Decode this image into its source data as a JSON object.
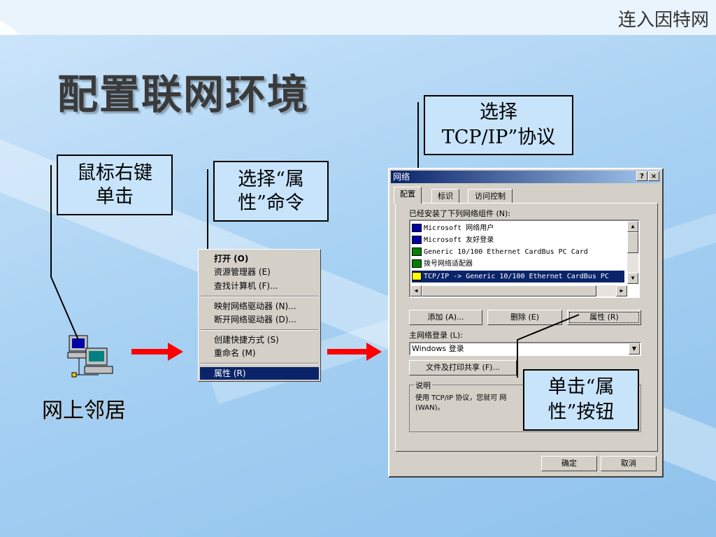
{
  "corner_title": "连入因特网",
  "main_title": "配置联网环境",
  "desktop_icon_label": "网上邻居",
  "callouts": {
    "right_click": "鼠标右键单击",
    "choose_properties": "选择“属性”命令",
    "choose_tcpip": "选择TCP/IP”协议",
    "click_properties_button": "单击“属性”按钮"
  },
  "context_menu": {
    "items": [
      "打开 (O)",
      "资源管理器 (E)",
      "查找计算机 (F)...",
      "映射网络驱动器 (N)...",
      "断开网络驱动器 (D)...",
      "创建快捷方式 (S)",
      "重命名 (M)",
      "属性 (R)"
    ],
    "selected_index": 7
  },
  "dialog": {
    "title": "网络",
    "help_button": "?",
    "close_button": "×",
    "tabs": [
      "配置",
      "标识",
      "访问控制"
    ],
    "active_tab": 0,
    "list_label": "已经安装了下列网络组件 (N):",
    "components": [
      "Microsoft 网络用户",
      "Microsoft 友好登录",
      "Generic 10/100 Ethernet CardBus PC Card",
      "拨号网络适配器",
      "TCP/IP -> Generic 10/100 Ethernet CardBus PC"
    ],
    "selected_component": 4,
    "add_button": "添加 (A)...",
    "remove_button": "删除 (E)",
    "properties_button": "属性 (R)",
    "primary_logon_label": "主网络登录 (L):",
    "primary_logon_value": "Windows 登录",
    "file_print_button": "文件及打印共享 (F)...",
    "description_label": "说明",
    "description_text": "使用 TCP/IP 协议，您就可 网 (WAN)。",
    "ok_button": "确定",
    "cancel_button": "取消"
  },
  "colors": {
    "arrow": "#ff0000",
    "selection": "#0a246a",
    "callout_fill": "#c8e4fb"
  }
}
